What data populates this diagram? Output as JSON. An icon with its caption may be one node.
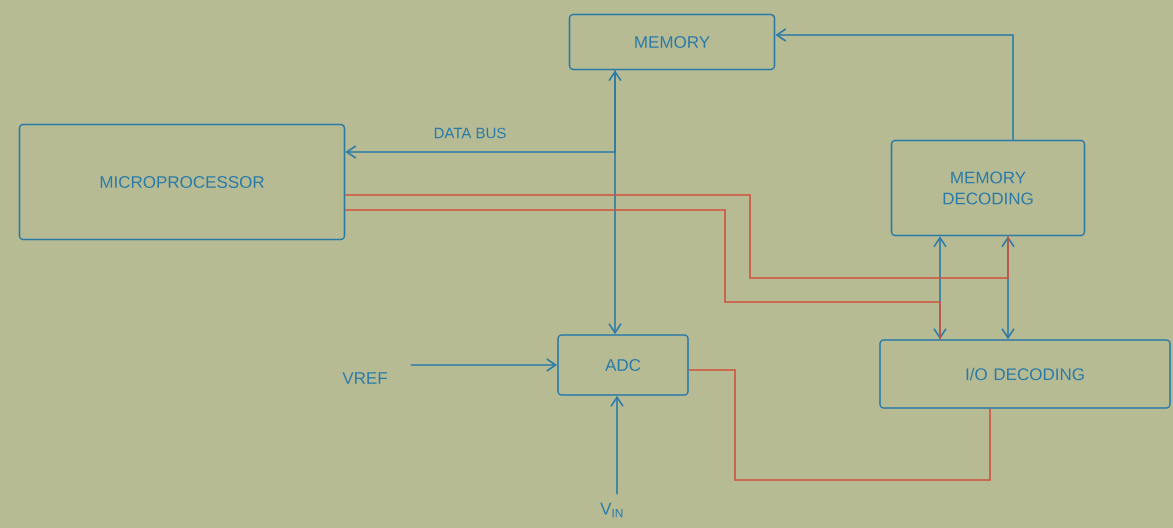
{
  "diagram": {
    "nodes": [
      {
        "text": [
          "MICROPROCESSOR"
        ]
      },
      {
        "text": [
          "MEMORY"
        ]
      },
      {
        "text": [
          "MEMORY DECODING"
        ]
      },
      {
        "text": [
          "ADC"
        ]
      },
      {
        "text": [
          "I/O DECODING"
        ]
      },
      {
        "text": [
          "VREF"
        ]
      },
      {
        "text": [
          "V$_{IN}$"
        ]
      }
    ],
    "edges": [
      {
        "from": 1,
        "to": 3,
        "arrow": "both"
      },
      {
        "from": 1,
        "to": 0,
        "arrow": "to",
        "label": "DATA BUS"
      },
      {
        "from": 2,
        "to": 1,
        "arrow": "to"
      },
      {
        "from": 2,
        "to": 4,
        "arrow": "both"
      },
      {
        "from": 2,
        "to": 4,
        "arrow": "both"
      },
      {
        "from": 0,
        "to": 2,
        "arrow": "none",
        "color": "#d0503c"
      },
      {
        "from": 0,
        "to": 4,
        "arrow": "none",
        "color": "#d0503c"
      },
      {
        "from": 3,
        "to": 4,
        "arrow": "none",
        "color": "#d0503c"
      },
      {
        "from": 5,
        "to": 3,
        "arrow": "to"
      },
      {
        "from": 6,
        "to": 3,
        "arrow": "to"
      }
    ]
  }
}
